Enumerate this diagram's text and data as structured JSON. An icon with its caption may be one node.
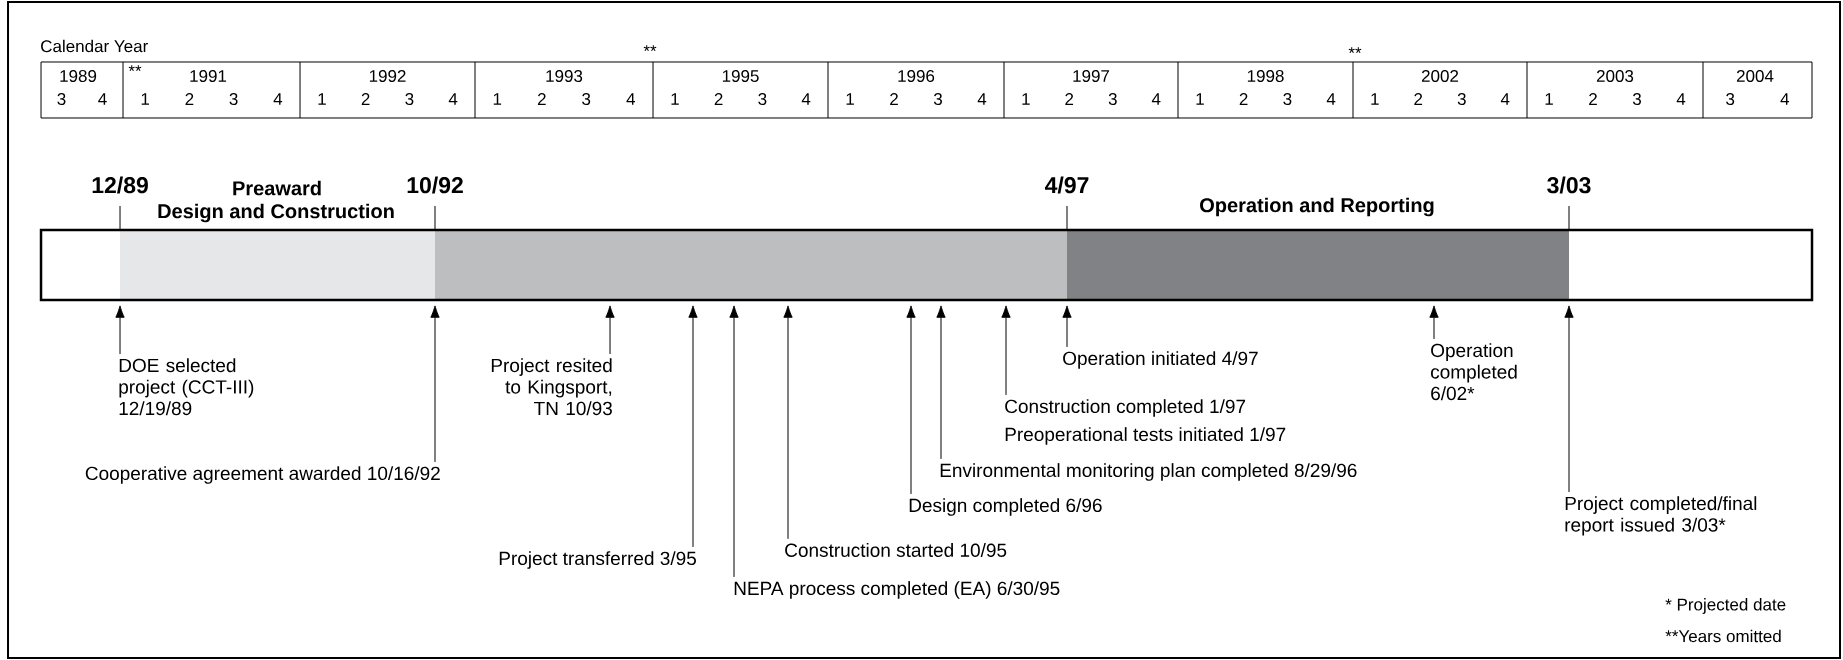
{
  "diagram": {
    "nodes": [
      {
        "text": [],
        "shape": "bar"
      },
      {
        "text": [
          "DOE selected project (CCT-III) 12/19/89"
        ]
      },
      {
        "text": [
          "Cooperative agreement awarded 10/16/92"
        ]
      },
      {
        "text": [
          "Project resited to Kingsport, TN 10/93"
        ]
      },
      {
        "text": [
          "Project transferred 3/95"
        ]
      },
      {
        "text": [
          "NEPA process completed (EA) 6/30/95"
        ]
      },
      {
        "text": [
          "Construction started 10/95"
        ]
      },
      {
        "text": [
          "Design completed 6/96"
        ]
      },
      {
        "text": [
          "Environmental monitoring plan completed 8/29/96"
        ]
      },
      {
        "text": [
          "Construction completed 1/97"
        ]
      },
      {
        "text": [
          "Operation initiated 4/97"
        ]
      },
      {
        "text": [
          "Operation completed 6/02*"
        ]
      },
      {
        "text": [
          "Project completed/final report issued 3/03*"
        ]
      }
    ],
    "edges": [
      {
        "from": 1,
        "to": 0,
        "arrow": "to"
      },
      {
        "from": 2,
        "to": 0,
        "arrow": "to"
      },
      {
        "from": 3,
        "to": 0,
        "arrow": "to"
      },
      {
        "from": 4,
        "to": 0,
        "arrow": "to"
      },
      {
        "from": 5,
        "to": 0,
        "arrow": "to"
      },
      {
        "from": 6,
        "to": 0,
        "arrow": "to"
      },
      {
        "from": 7,
        "to": 0,
        "arrow": "to"
      },
      {
        "from": 8,
        "to": 0,
        "arrow": "to"
      },
      {
        "from": 9,
        "to": 0,
        "arrow": "to"
      },
      {
        "from": 10,
        "to": 0,
        "arrow": "to"
      },
      {
        "from": 11,
        "to": 0,
        "arrow": "to"
      },
      {
        "from": 12,
        "to": 0,
        "arrow": "to"
      }
    ],
    "labels": [
      "Calendar Year",
      "**",
      "**",
      "1989",
      "**",
      "1991",
      "1992",
      "1993",
      "1995",
      "1996",
      "1997",
      "1998",
      "2002",
      "2003",
      "2004",
      "3",
      "4",
      "1",
      "2",
      "3",
      "4",
      "1",
      "2",
      "3",
      "4",
      "1",
      "2",
      "3",
      "4",
      "1",
      "2",
      "3",
      "4",
      "1",
      "2",
      "3",
      "4",
      "1",
      "2",
      "3",
      "4",
      "1",
      "2",
      "3",
      "4",
      "1",
      "2",
      "3",
      "4",
      "1",
      "2",
      "3",
      "4",
      "3",
      "4",
      "12/89",
      "Preaward",
      "10/92",
      "4/97",
      "3/03",
      "Design and Construction",
      "Operation and Reporting",
      "Preoperational tests initiated 1/97",
      "* Projected date",
      "**Years omitted"
    ]
  }
}
